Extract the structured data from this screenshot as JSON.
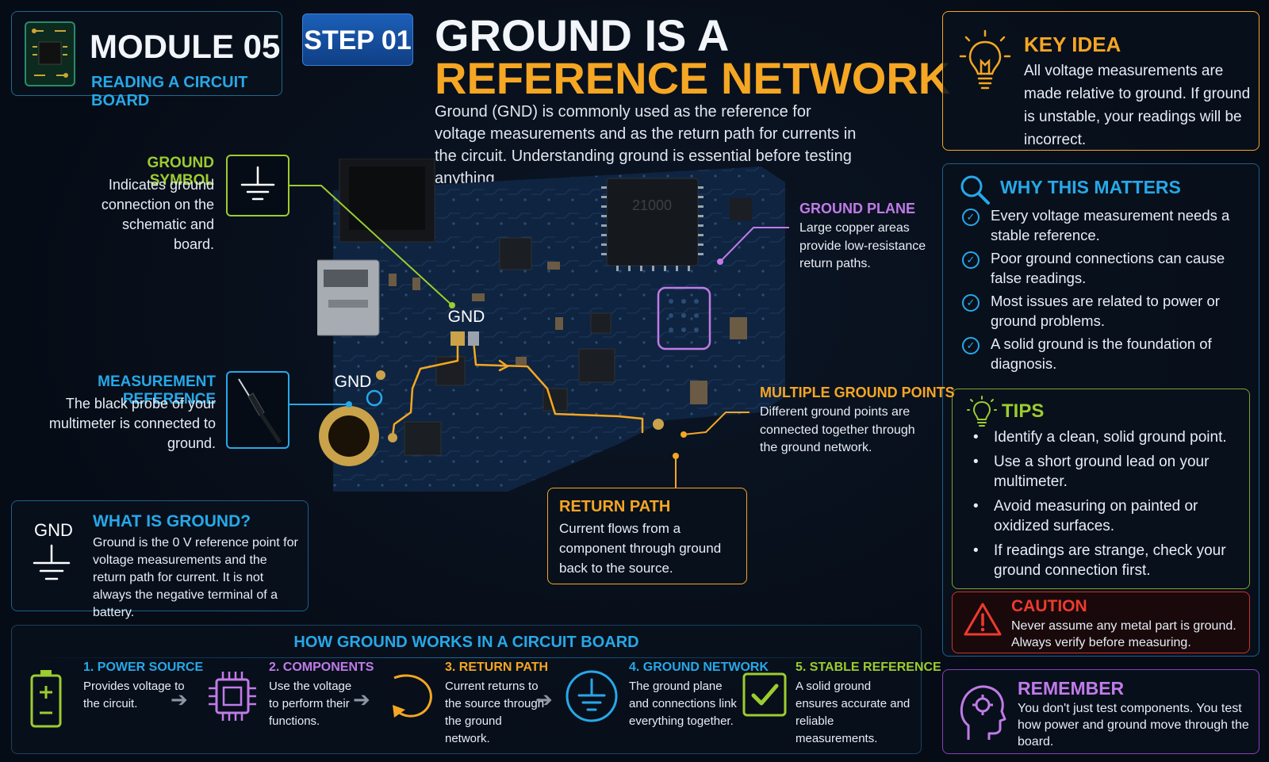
{
  "header": {
    "module_title": "MODULE 05",
    "module_subtitle": "READING A CIRCUIT BOARD",
    "step_badge": "STEP 01",
    "title_line1": "GROUND IS A",
    "title_line2": "REFERENCE NETWORK",
    "intro": "Ground (GND) is commonly used as the reference for voltage measurements and as the return path for currents in the circuit. Understanding ground is essential before testing anything."
  },
  "key_idea": {
    "title": "KEY IDEA",
    "text": "All voltage measurements are made relative to ground. If ground is unstable, your readings will be incorrect."
  },
  "why_matters": {
    "title": "WHY THIS MATTERS",
    "items": [
      "Every voltage measurement needs a stable reference.",
      "Poor ground connections can cause false readings.",
      "Most issues are related to power or ground problems.",
      "A solid ground is the foundation of diagnosis."
    ]
  },
  "tips": {
    "title": "TIPS",
    "items": [
      "Identify a clean, solid ground point.",
      "Use a short ground lead on your multimeter.",
      "Avoid measuring on painted or oxidized surfaces.",
      "If readings are strange, check your ground connection first."
    ]
  },
  "caution": {
    "title": "CAUTION",
    "text": "Never assume any metal part is ground. Always verify before measuring."
  },
  "remember": {
    "title": "REMEMBER",
    "text": "You don't just test components. You test how power and ground move through the board."
  },
  "callouts": {
    "ground_symbol": {
      "title": "GROUND SYMBOL",
      "text": "Indicates ground connection on the schematic and board."
    },
    "measurement_reference": {
      "title": "MEASUREMENT REFERENCE",
      "text": "The black probe of your multimeter is connected to ground."
    },
    "ground_plane": {
      "title": "GROUND PLANE",
      "text": "Large copper areas provide low-resistance return paths."
    },
    "multiple_points": {
      "title": "MULTIPLE GROUND POINTS",
      "text": "Different ground points are connected together through the ground network."
    },
    "return_path": {
      "title": "RETURN PATH",
      "text": "Current flows from a component through ground back to the source."
    }
  },
  "board": {
    "gnd_label_top": "GND",
    "gnd_label_left": "GND",
    "chip_marking": "21000"
  },
  "what_is_ground": {
    "symbol_label": "GND",
    "title": "WHAT IS GROUND?",
    "text": "Ground is the 0 V reference point for voltage measurements and the return path for current. It is not always the negative terminal of a battery."
  },
  "flow": {
    "title": "HOW GROUND WORKS IN A CIRCUIT BOARD",
    "steps": [
      {
        "title": "1. POWER SOURCE",
        "text": "Provides voltage to the circuit.",
        "color": "#9ccc2f"
      },
      {
        "title": "2. COMPONENTS",
        "text": "Use the voltage to perform their functions.",
        "color": "#c07be8"
      },
      {
        "title": "3. RETURN PATH",
        "text": "Current returns to the source through the ground network.",
        "color": "#f5a623"
      },
      {
        "title": "4. GROUND NETWORK",
        "text": "The ground plane and connections link everything together.",
        "color": "#27a8e8"
      },
      {
        "title": "5. STABLE REFERENCE",
        "text": "A solid ground ensures accurate and reliable measurements.",
        "color": "#9ccc2f"
      }
    ]
  },
  "colors": {
    "green": "#9ccc2f",
    "purple": "#c07be8",
    "blue": "#27a8e8",
    "orange": "#f5a623",
    "red": "#ef3a2d",
    "board": "#10233f"
  }
}
